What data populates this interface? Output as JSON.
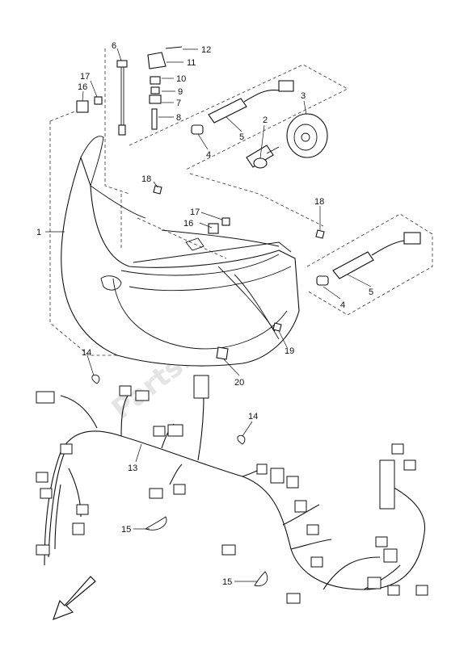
{
  "parts": [
    {
      "id": "1",
      "label": "1"
    },
    {
      "id": "2",
      "label": "2"
    },
    {
      "id": "3",
      "label": "3"
    },
    {
      "id": "4a",
      "label": "4"
    },
    {
      "id": "4b",
      "label": "4"
    },
    {
      "id": "5a",
      "label": "5"
    },
    {
      "id": "5b",
      "label": "5"
    },
    {
      "id": "6",
      "label": "6"
    },
    {
      "id": "7",
      "label": "7"
    },
    {
      "id": "8",
      "label": "8"
    },
    {
      "id": "9",
      "label": "9"
    },
    {
      "id": "10",
      "label": "10"
    },
    {
      "id": "11",
      "label": "11"
    },
    {
      "id": "12",
      "label": "12"
    },
    {
      "id": "13",
      "label": "13"
    },
    {
      "id": "14a",
      "label": "14"
    },
    {
      "id": "14b",
      "label": "14"
    },
    {
      "id": "15a",
      "label": "15"
    },
    {
      "id": "15b",
      "label": "15"
    },
    {
      "id": "16a",
      "label": "16"
    },
    {
      "id": "16b",
      "label": "16"
    },
    {
      "id": "17a",
      "label": "17"
    },
    {
      "id": "17b",
      "label": "17"
    },
    {
      "id": "18a",
      "label": "18"
    },
    {
      "id": "18b",
      "label": "18"
    },
    {
      "id": "19",
      "label": "19"
    },
    {
      "id": "20",
      "label": "20"
    }
  ],
  "watermark": "PartsRepublik",
  "colors": {
    "line": "#111111",
    "watermark": "#d9d9d9",
    "background": "#ffffff"
  },
  "icons": {
    "direction": "front-direction-arrow-icon"
  }
}
